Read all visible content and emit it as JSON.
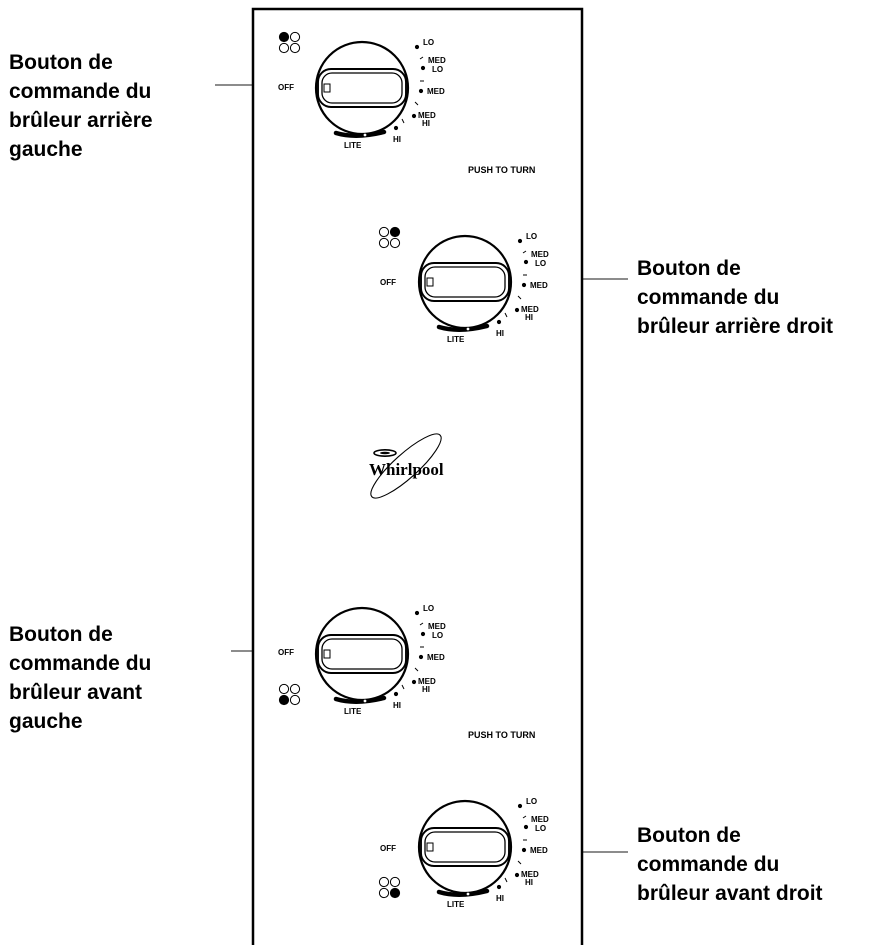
{
  "callouts": [
    {
      "lines": [
        "Bouton de",
        "commande du",
        "brûleur arrière",
        "gauche"
      ]
    },
    {
      "lines": [
        "Bouton de",
        "commande du",
        "brûleur arrière droit"
      ]
    },
    {
      "lines": [
        "Bouton de",
        "commande du",
        "brûleur avant",
        "gauche"
      ]
    },
    {
      "lines": [
        "Bouton de",
        "commande du",
        "brûleur avant droit"
      ]
    }
  ],
  "knob": {
    "off": "OFF",
    "lo": "LO",
    "med_lo_1": "MED",
    "med_lo_2": "LO",
    "med": "MED",
    "med_hi_1": "MED",
    "med_hi_2": "HI",
    "hi": "HI",
    "lite": "LITE"
  },
  "push_to_turn": "PUSH TO TURN",
  "logo": "Whirlpool",
  "burner_indicators": [
    {
      "active": "rear-left"
    },
    {
      "active": "rear-right"
    },
    {
      "active": "front-left"
    },
    {
      "active": "front-right"
    }
  ]
}
